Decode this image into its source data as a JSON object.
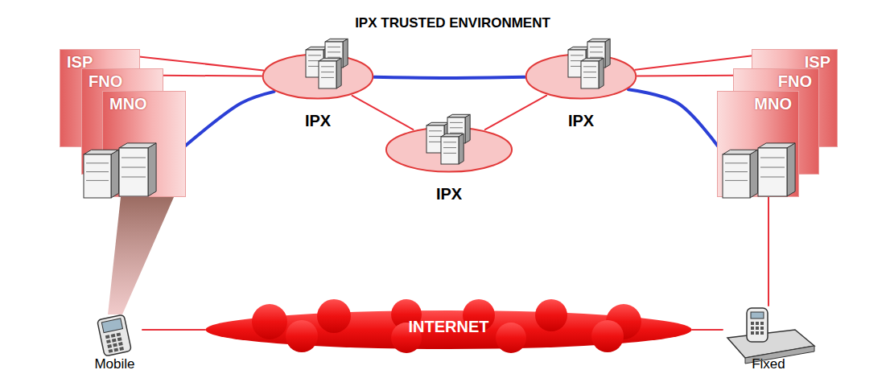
{
  "diagram": {
    "nodes": [
      {
        "text": [
          "IPX TRUSTED ENVIRONMENT"
        ]
      },
      {
        "text": [
          "ISP"
        ],
        "in": 0
      },
      {
        "text": [
          "FNO"
        ],
        "in": 0
      },
      {
        "text": [
          "MNO"
        ],
        "in": 0
      },
      {
        "text": [
          "IPX"
        ],
        "in": 0
      },
      {
        "text": [
          "IPX"
        ],
        "in": 0
      },
      {
        "text": [
          "IPX"
        ],
        "in": 0
      },
      {
        "text": [
          "ISP"
        ],
        "in": 0
      },
      {
        "text": [
          "FNO"
        ],
        "in": 0
      },
      {
        "text": [
          "MNO"
        ],
        "in": 0
      },
      {
        "text": [
          "INTERNET"
        ]
      },
      {
        "text": [
          "Mobile"
        ]
      },
      {
        "text": [
          "Fixed"
        ]
      }
    ],
    "edges": [
      {
        "from": 3,
        "to": 4,
        "arrow": "none"
      },
      {
        "from": 4,
        "to": 6,
        "arrow": "none"
      },
      {
        "from": 6,
        "to": 9,
        "arrow": "none"
      },
      {
        "from": 1,
        "to": 4,
        "arrow": "none"
      },
      {
        "from": 2,
        "to": 4,
        "arrow": "none"
      },
      {
        "from": 4,
        "to": 5,
        "arrow": "none"
      },
      {
        "from": 5,
        "to": 6,
        "arrow": "none"
      },
      {
        "from": 6,
        "to": 7,
        "arrow": "none"
      },
      {
        "from": 6,
        "to": 8,
        "arrow": "none"
      },
      {
        "from": 11,
        "to": 10,
        "arrow": "none"
      },
      {
        "from": 10,
        "to": 12,
        "arrow": "none"
      },
      {
        "from": 12,
        "to": 9,
        "arrow": "none"
      }
    ]
  }
}
